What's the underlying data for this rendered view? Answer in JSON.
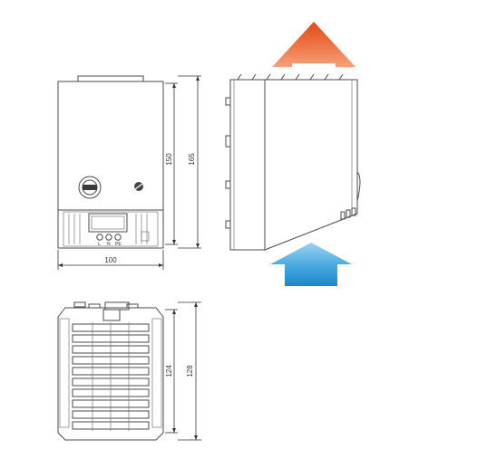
{
  "dimensions": {
    "front_height_inner": "150",
    "front_height_outer": "165",
    "front_width": "100",
    "bottom_depth_inner": "124",
    "bottom_depth_outer": "128"
  },
  "terminal_labels": [
    "L",
    "N",
    "PE"
  ],
  "airflow": {
    "outlet_color": "#e8582a",
    "inlet_color": "#2b9bd8"
  }
}
